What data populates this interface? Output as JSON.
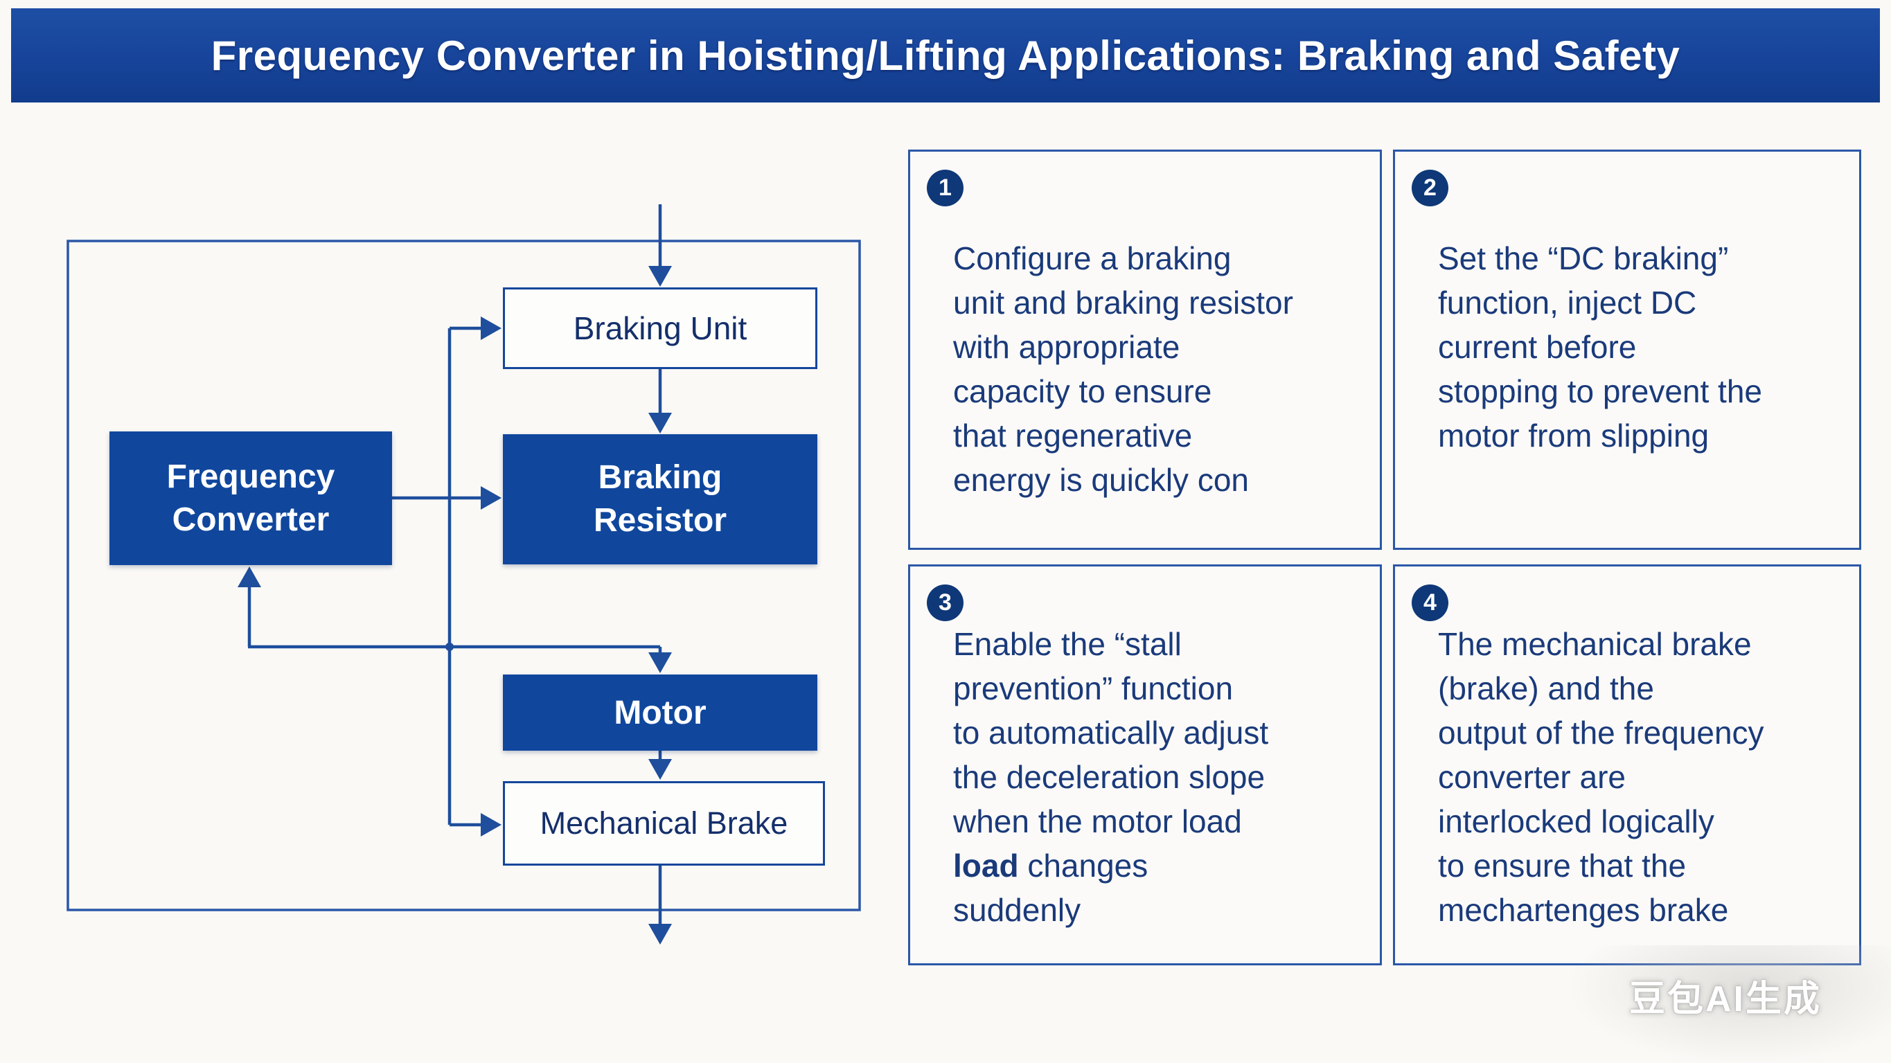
{
  "header": {
    "title": "Frequency Converter in Hoisting/Lifting Applications: Braking and Safety"
  },
  "diagram": {
    "nodes": {
      "braking_unit": "Braking Unit",
      "braking_resistor": "Braking\nResistor",
      "frequency_converter": "Frequency\nConverter",
      "motor": "Motor",
      "mechanical_brake": "Mechanical Brake"
    }
  },
  "cards": [
    {
      "number": "1",
      "text": "Configure a braking\nunit and braking resistor\nwith appropriate\ncapacity to ensure\nthat regenerative\nenergy is quickly con"
    },
    {
      "number": "2",
      "text": "Set the “DC braking”\nfunction, inject DC\ncurrent before\nstopping to prevent the\nmotor from slipping"
    },
    {
      "number": "3",
      "text_before": "Enable the “stall\nprevention” function\nto automatically adjust\nthe deceleration slope\nwhen the motor load\n",
      "text_bold": "load",
      "text_after": " changes\nsuddenly"
    },
    {
      "number": "4",
      "text": "The mechanical brake\n(brake) and the\noutput of the frequency\nconverter are\ninterlocked logically\nto ensure that the\nmechartenges brake"
    }
  ],
  "watermark": "豆包AI生成",
  "colors": {
    "header_blue": "#17449A",
    "box_blue": "#10479D",
    "line_blue": "#1E4E9C",
    "node_text_navy": "#142F6B",
    "card_text_navy": "#1A3A7A",
    "card_border_blue": "#2B57A7",
    "badge_navy": "#0F3878",
    "background": "#FAF9F6"
  }
}
